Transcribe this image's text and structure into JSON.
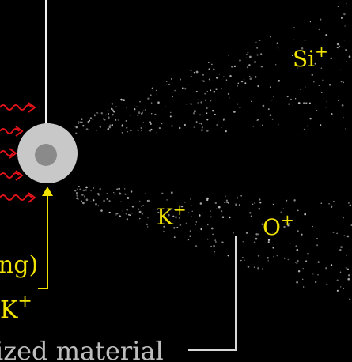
{
  "labels": {
    "si": "Si",
    "si_charge": "+",
    "k_mid": "K",
    "k_mid_charge": "+",
    "o": "O",
    "o_charge": "+",
    "left_partial": "ng)",
    "k_bottom": "K",
    "k_bottom_charge": "+",
    "bottom_partial": "ized material"
  },
  "colors": {
    "background": "#000000",
    "ion_label": "#f2e400",
    "arrow_red": "#e0131b",
    "line_white": "#f2f2f2",
    "gray_text": "#bdbdbd",
    "particle": "#cfcfcf",
    "grain_outer": "#c8c8c8",
    "grain_inner": "#8a8a8a"
  }
}
